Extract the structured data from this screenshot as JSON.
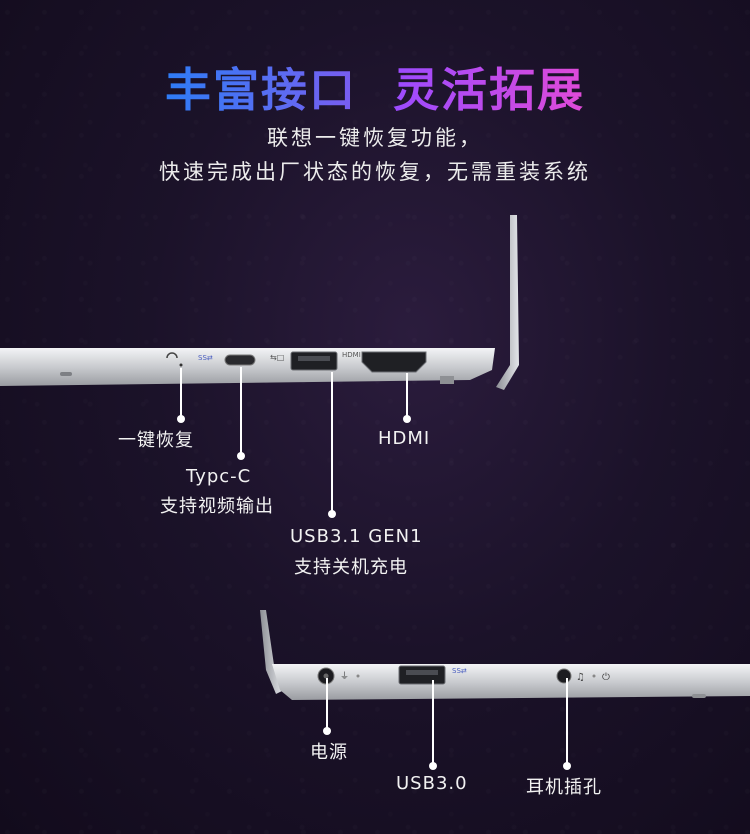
{
  "headline": {
    "part1": "丰富接口",
    "part2": "灵活拓展"
  },
  "subtitle": {
    "line1": "联想一键恢复功能，",
    "line2": "快速完成出厂状态的恢复，无需重装系统"
  },
  "ports_left": {
    "one_key_recovery": "一键恢复",
    "typec_title": "Typc-C",
    "typec_desc": "支持视频输出",
    "hdmi": "HDMI",
    "usb31_title": "USB3.1 GEN1",
    "usb31_desc": "支持关机充电",
    "port_engravings": {
      "ss": "SS",
      "hdmi_small": "HDMI"
    }
  },
  "ports_right": {
    "power": "电源",
    "usb30": "USB3.0",
    "headphone": "耳机插孔",
    "port_engravings": {
      "ss": "SS"
    }
  },
  "colors": {
    "accent_blue": "#2e7cf6",
    "accent_purple": "#9b4bff",
    "accent_pink": "#e04ad8",
    "silver": "#c9cbcf"
  },
  "icons": [
    "recovery-icon",
    "usb-typec-icon",
    "usb-a-icon",
    "hdmi-icon",
    "power-plug-icon",
    "headphone-icon",
    "power-button-icon"
  ]
}
